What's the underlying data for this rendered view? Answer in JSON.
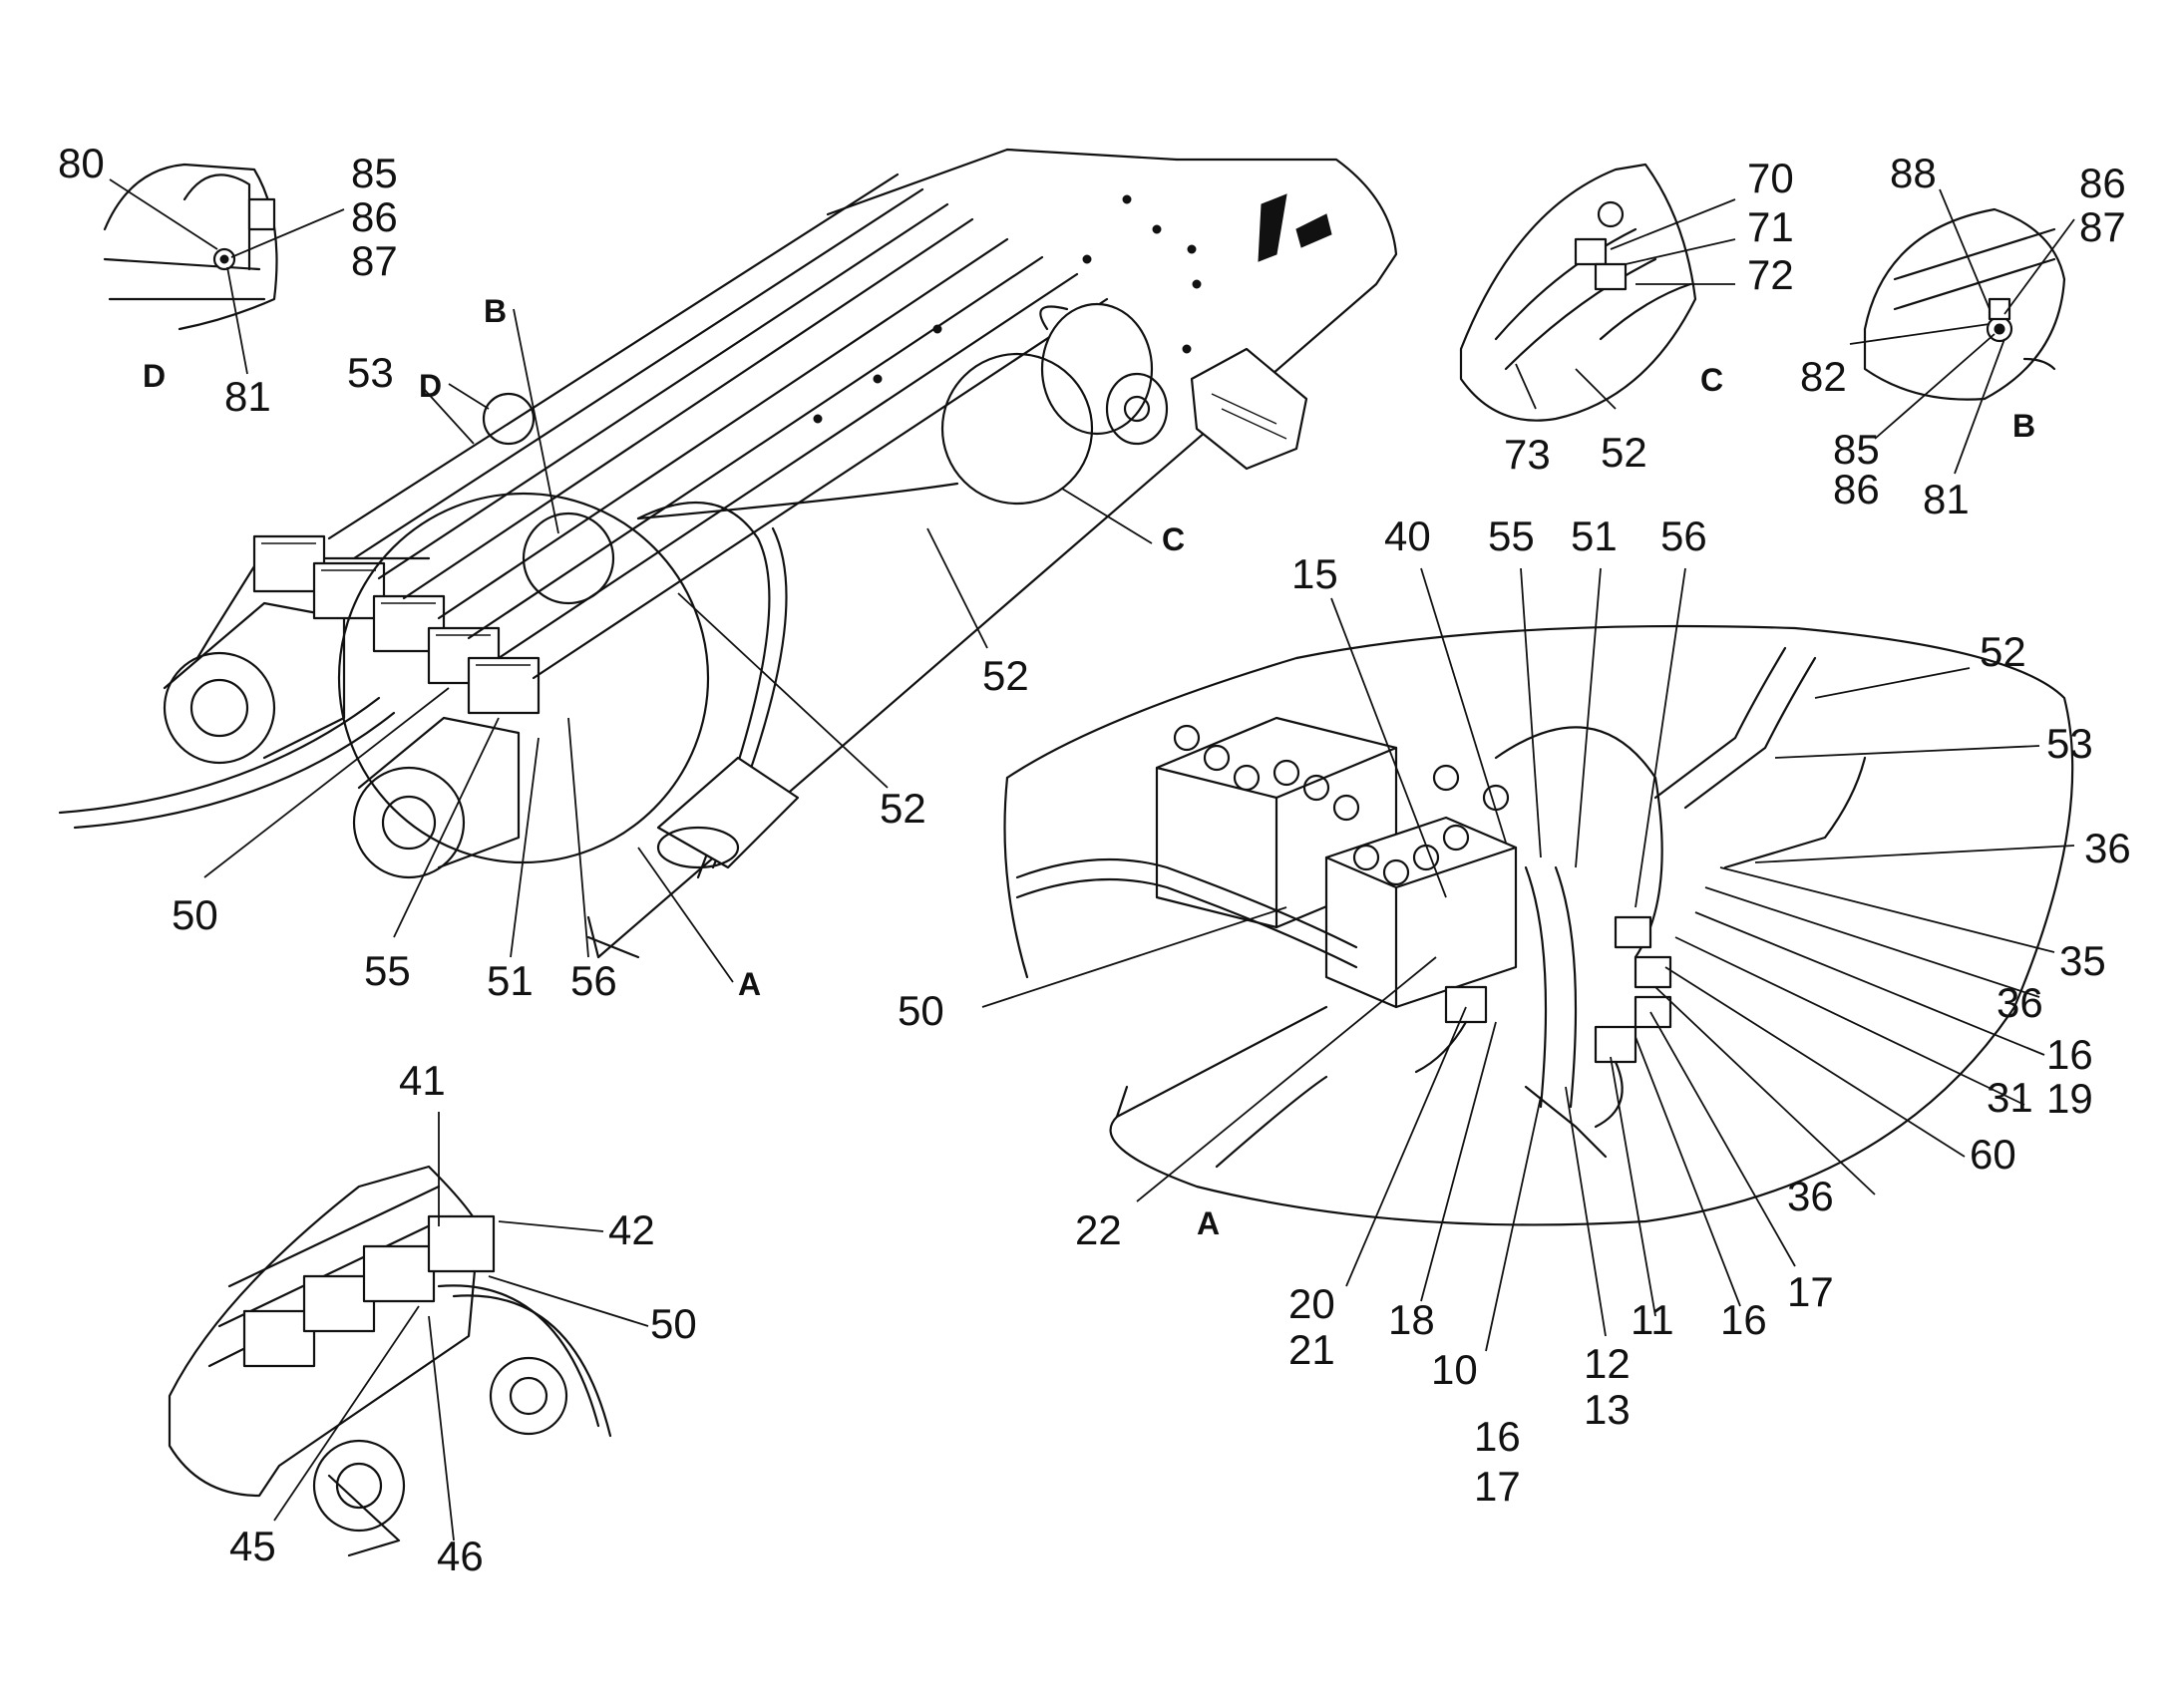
{
  "views": {
    "D": "D",
    "C": "C",
    "B": "B",
    "A": "A"
  },
  "callouts": {
    "c80": "80",
    "c85a": "85",
    "c86a": "86",
    "c87a": "87",
    "c81a": "81",
    "c53a": "53",
    "c70": "70",
    "c71": "71",
    "c72": "72",
    "c73": "73",
    "c52a": "52",
    "c88": "88",
    "c86b": "86",
    "c87b": "87",
    "c82": "82",
    "c85b": "85",
    "c86c": "86",
    "c81b": "81",
    "c52b": "52",
    "c52c": "52",
    "c50a": "50",
    "c55a": "55",
    "c51a": "51",
    "c56a": "56",
    "c15": "15",
    "c40": "40",
    "c55b": "55",
    "c51b": "51",
    "c56b": "56",
    "c52d": "52",
    "c53b": "53",
    "c36a": "36",
    "c35": "35",
    "c36b": "36",
    "c16a": "16",
    "c19": "19",
    "c31": "31",
    "c60": "60",
    "c36c": "36",
    "c17a": "17",
    "c16b": "16",
    "c11": "11",
    "c12": "12",
    "c13": "13",
    "c10": "10",
    "c16c": "16",
    "c17b": "17",
    "c18": "18",
    "c20": "20",
    "c21": "21",
    "c22": "22",
    "c50b": "50",
    "c41": "41",
    "c42": "42",
    "c50c": "50",
    "c45": "45",
    "c46": "46"
  }
}
